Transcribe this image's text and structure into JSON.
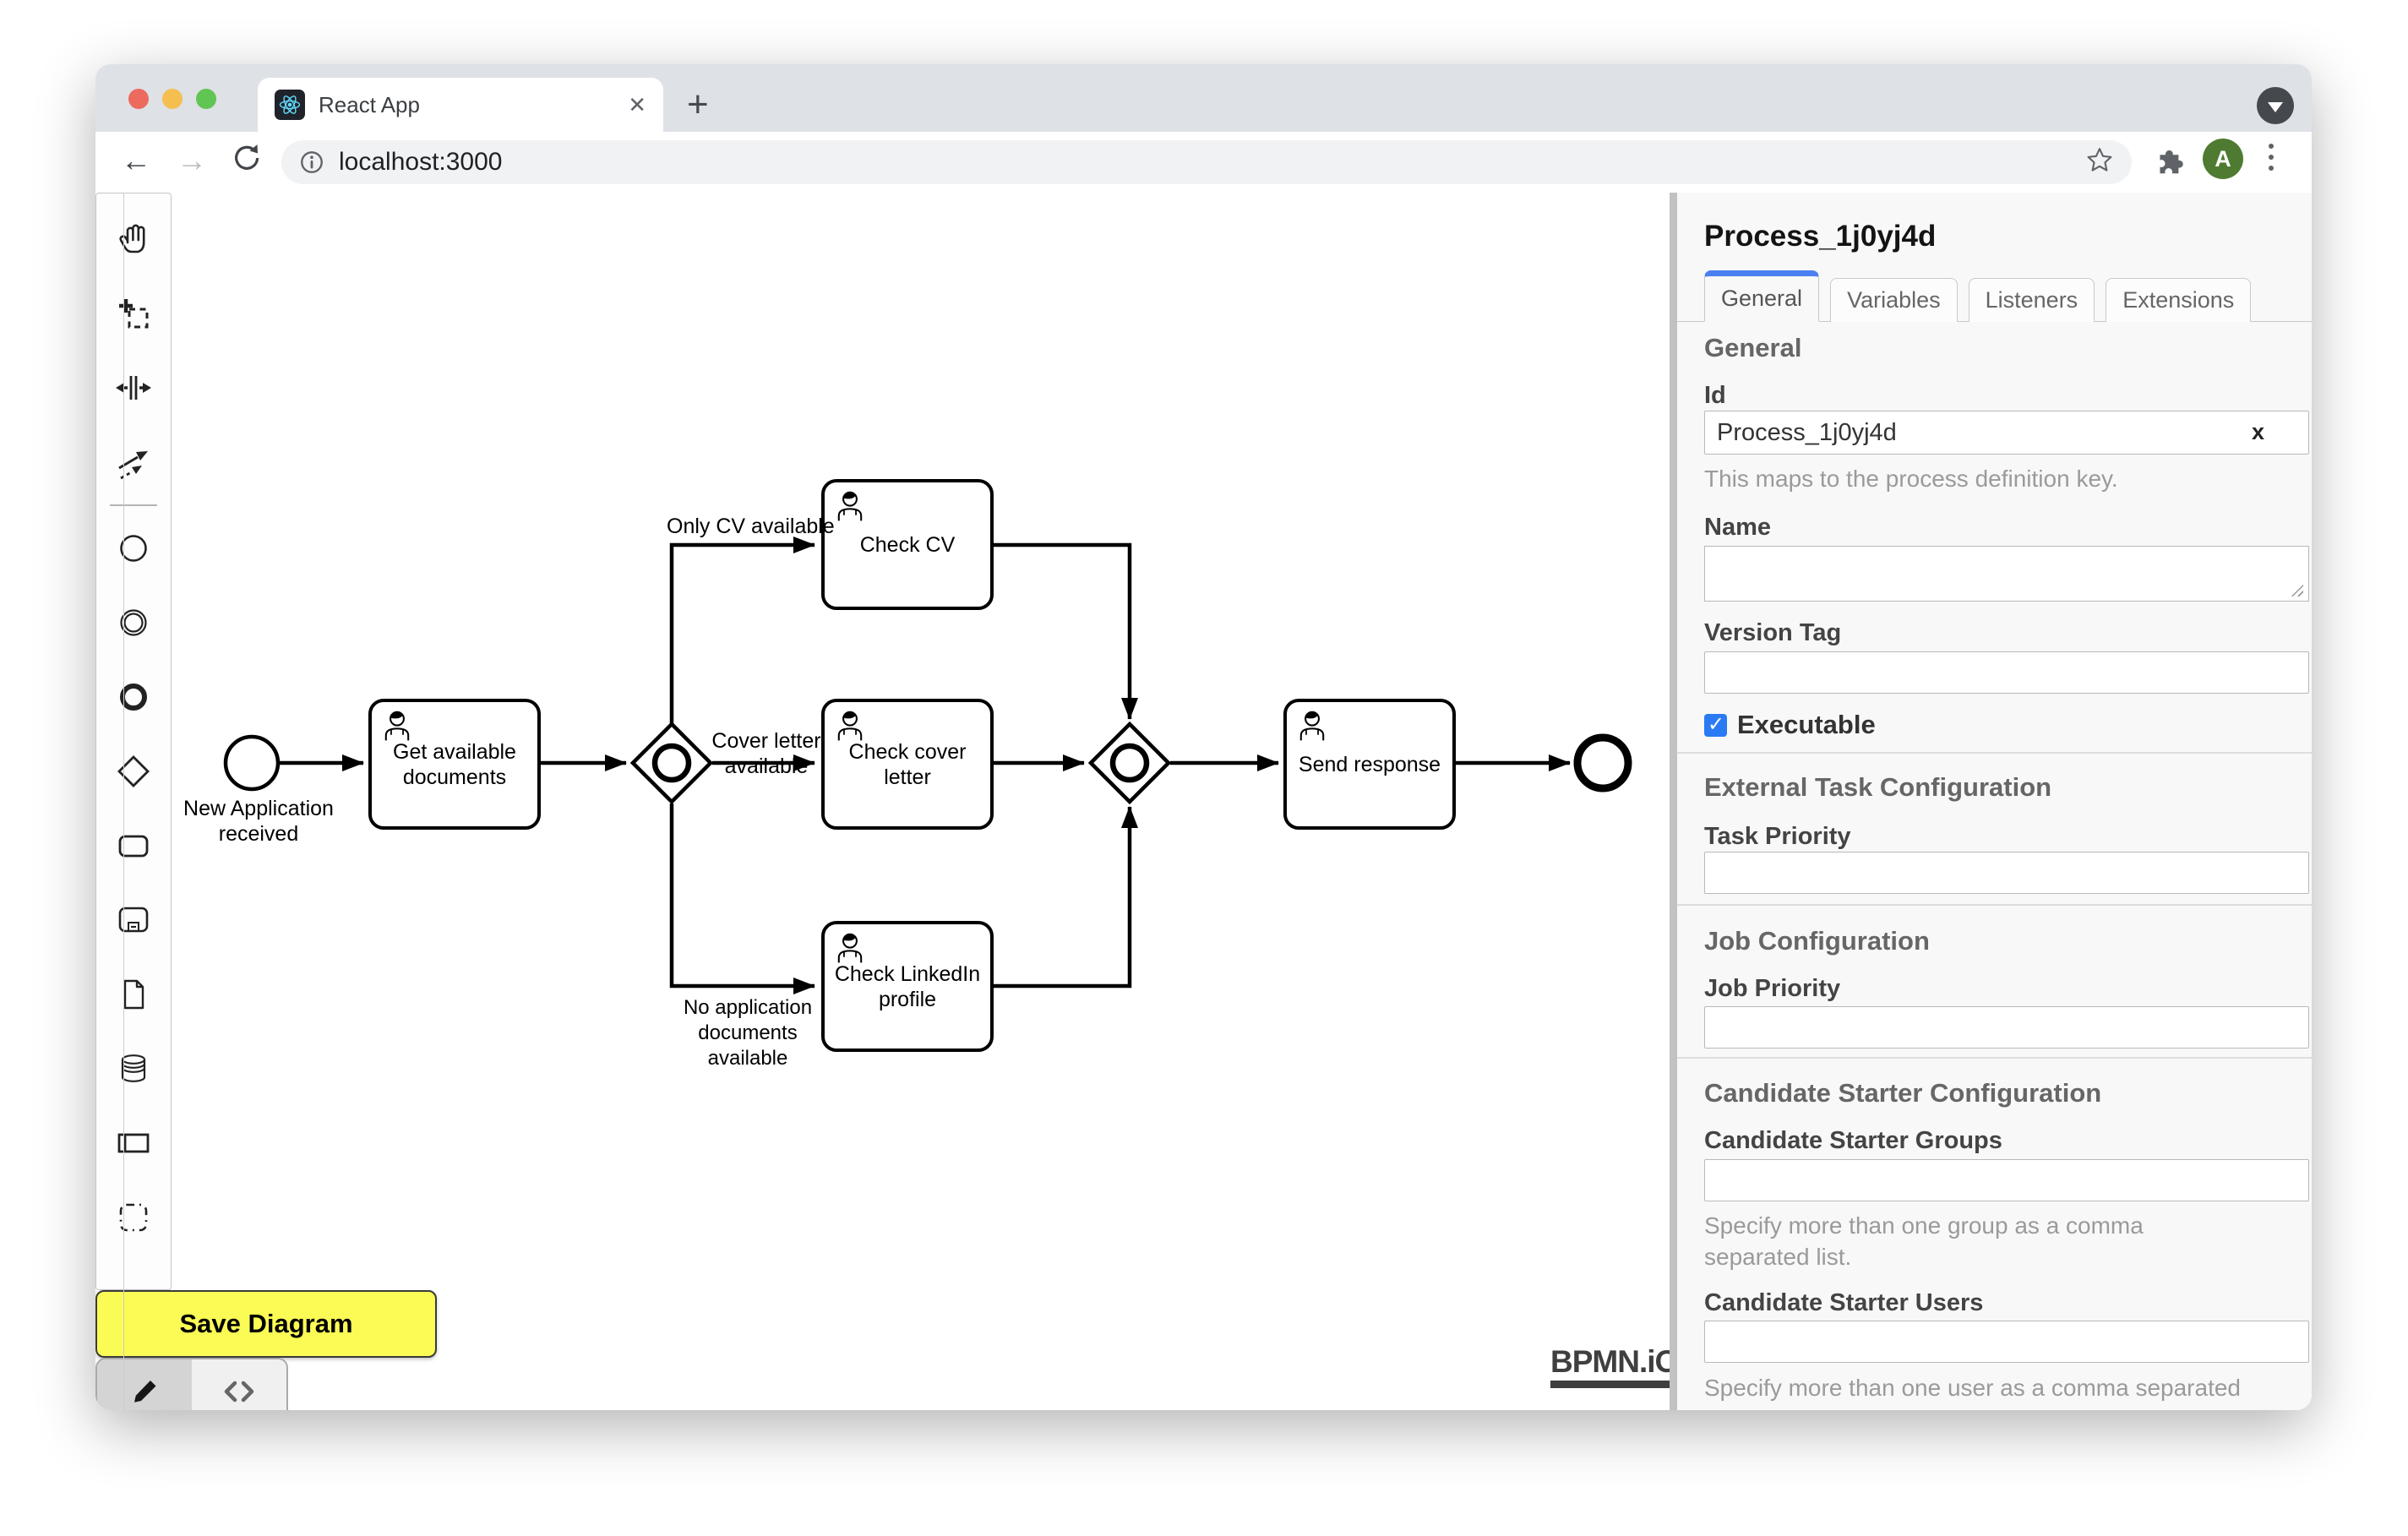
{
  "browser": {
    "tab_title": "React App",
    "url": "localhost:3000",
    "close_tab_glyph": "✕",
    "new_tab_glyph": "+",
    "back_glyph": "←",
    "forward_glyph": "→",
    "avatar_letter": "A"
  },
  "canvas": {
    "save_button": "Save Diagram",
    "watermark": "BPMN.iO"
  },
  "diagram": {
    "start_event_label": "New Application received",
    "tasks": [
      "Get available documents",
      "Check CV",
      "Check cover letter",
      "Check LinkedIn profile",
      "Send response"
    ],
    "flow_labels": [
      "Only CV available",
      "Cover letter available",
      "No application documents available"
    ]
  },
  "panel": {
    "title": "Process_1j0yj4d",
    "tabs": [
      "General",
      "Variables",
      "Listeners",
      "Extensions"
    ],
    "active_tab": "General",
    "general_heading": "General",
    "id_label": "Id",
    "id_value": "Process_1j0yj4d",
    "id_clear_glyph": "x",
    "id_help": "This maps to the process definition key.",
    "name_label": "Name",
    "version_tag_label": "Version Tag",
    "executable_label": "Executable",
    "executable_checked": true,
    "external_task_heading": "External Task Configuration",
    "task_priority_label": "Task Priority",
    "job_heading": "Job Configuration",
    "job_priority_label": "Job Priority",
    "candidate_heading": "Candidate Starter Configuration",
    "groups_label": "Candidate Starter Groups",
    "groups_help": "Specify more than one group as a comma separated list.",
    "users_label": "Candidate Starter Users",
    "users_help": "Specify more than one user as a comma separated list."
  },
  "colors": {
    "tab_accent_blue": "#4c80f1",
    "save_yellow": "#fbfb55",
    "checkbox_blue": "#2a7af3",
    "avatar_green": "#4e7b31"
  }
}
